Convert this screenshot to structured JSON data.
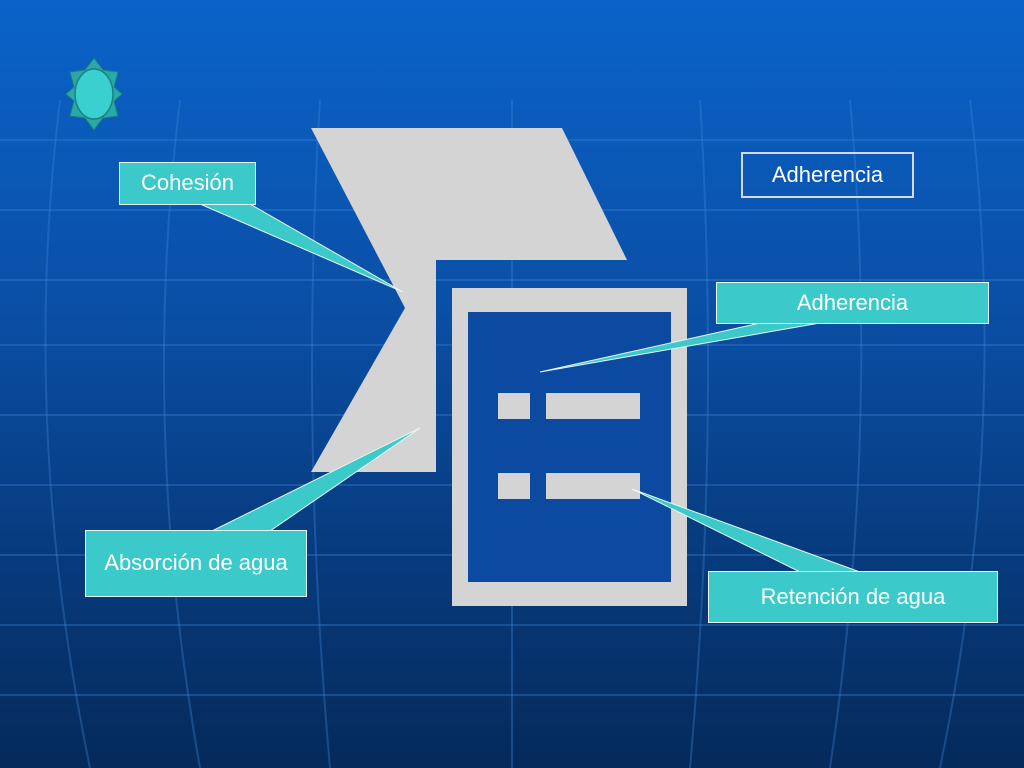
{
  "diagram": {
    "labels": {
      "top_right": "Adherencia",
      "cohesion": "Cohesión",
      "adherencia": "Adherencia",
      "absorcion": "Absorción de agua",
      "retencion": "Retención de agua"
    },
    "colors": {
      "callout_fill": "#3cc9c9",
      "shape_fill": "#d4d4d4",
      "background_top": "#0a63c9",
      "background_bottom": "#052a5b",
      "text": "#ffffff"
    },
    "icons": [
      "sun-icon",
      "document-icon"
    ]
  }
}
